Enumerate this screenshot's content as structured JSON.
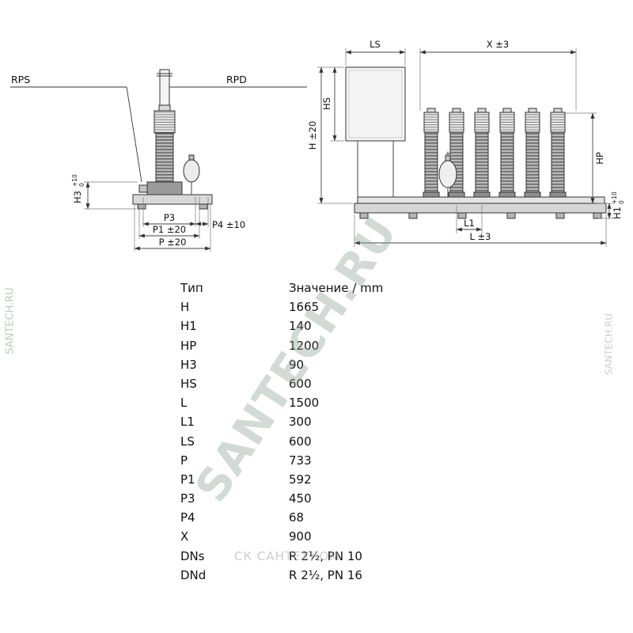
{
  "colors": {
    "watermark": "#8ea296",
    "line": "#333333"
  },
  "watermarks": {
    "diagonal": "SANTECH.RU",
    "left": "SANTECH.RU",
    "right": "SANTECH.RU",
    "bottom": "СК САНТЕХКОМ"
  },
  "side_view": {
    "rps": "RPS",
    "rpd": "RPD",
    "h3": "H3",
    "h3_sup": "+10",
    "h3_sub": "0",
    "p3": "P3",
    "p4": "P4 ±10",
    "p1": "P1 ±20",
    "p": "P ±20"
  },
  "front_view": {
    "ls": "LS",
    "x": "X ±3",
    "hs": "HS",
    "h": "H ±20",
    "hp": "HP",
    "h1": "H1",
    "h1_sup": "+10",
    "h1_sub": "0",
    "l1": "L1",
    "l": "L ±3"
  },
  "table": {
    "col_type": "Тип",
    "col_value": "Значение / mm",
    "rows": [
      {
        "t": "H",
        "v": "1665"
      },
      {
        "t": "H1",
        "v": "140"
      },
      {
        "t": "HP",
        "v": "1200"
      },
      {
        "t": "H3",
        "v": "90"
      },
      {
        "t": "HS",
        "v": "600"
      },
      {
        "t": "L",
        "v": "1500"
      },
      {
        "t": "L1",
        "v": "300"
      },
      {
        "t": "LS",
        "v": "600"
      },
      {
        "t": "P",
        "v": "733"
      },
      {
        "t": "P1",
        "v": "592"
      },
      {
        "t": "P3",
        "v": "450"
      },
      {
        "t": "P4",
        "v": "68"
      },
      {
        "t": "X",
        "v": "900"
      },
      {
        "t": "DNs",
        "v": "R 2½, PN 10"
      },
      {
        "t": "DNd",
        "v": "R 2½, PN 16"
      }
    ]
  }
}
